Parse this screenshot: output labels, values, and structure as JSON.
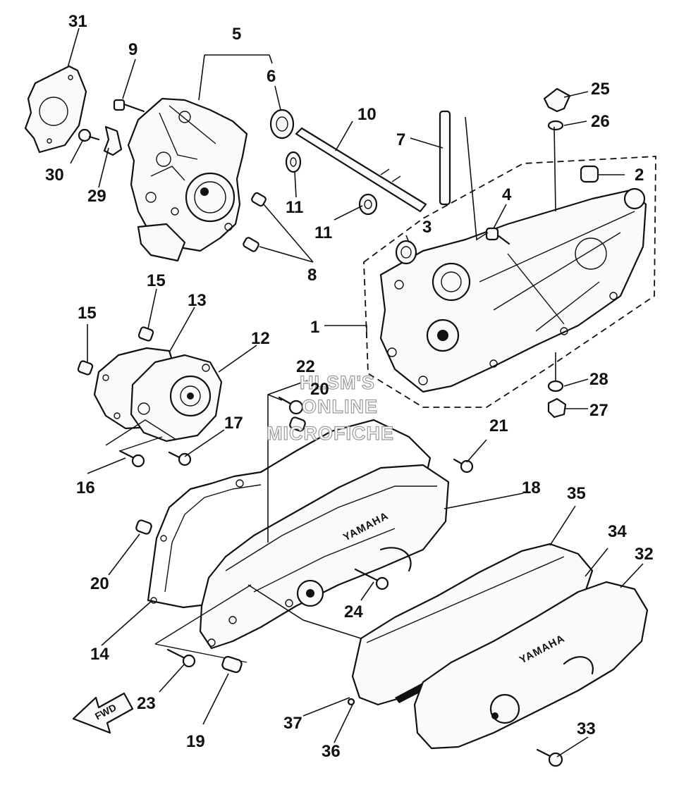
{
  "watermark": [
    "HLSM'S",
    "ONLINE",
    "MICROFICHE"
  ],
  "brand_marks": [
    "YAMAHA",
    "YAMAHA"
  ],
  "direction_label": "FWD",
  "callouts": [
    {
      "id": "c1",
      "label": "1"
    },
    {
      "id": "c2",
      "label": "2"
    },
    {
      "id": "c3",
      "label": "3"
    },
    {
      "id": "c4",
      "label": "4"
    },
    {
      "id": "c5",
      "label": "5"
    },
    {
      "id": "c6",
      "label": "6"
    },
    {
      "id": "c7",
      "label": "7"
    },
    {
      "id": "c8",
      "label": "8"
    },
    {
      "id": "c9",
      "label": "9"
    },
    {
      "id": "c10",
      "label": "10"
    },
    {
      "id": "c11a",
      "label": "11"
    },
    {
      "id": "c11b",
      "label": "11"
    },
    {
      "id": "c12",
      "label": "12"
    },
    {
      "id": "c13",
      "label": "13"
    },
    {
      "id": "c14",
      "label": "14"
    },
    {
      "id": "c15a",
      "label": "15"
    },
    {
      "id": "c15b",
      "label": "15"
    },
    {
      "id": "c16",
      "label": "16"
    },
    {
      "id": "c17",
      "label": "17"
    },
    {
      "id": "c18",
      "label": "18"
    },
    {
      "id": "c19",
      "label": "19"
    },
    {
      "id": "c20a",
      "label": "20"
    },
    {
      "id": "c20b",
      "label": "20"
    },
    {
      "id": "c21",
      "label": "21"
    },
    {
      "id": "c22",
      "label": "22"
    },
    {
      "id": "c23",
      "label": "23"
    },
    {
      "id": "c24",
      "label": "24"
    },
    {
      "id": "c25",
      "label": "25"
    },
    {
      "id": "c26",
      "label": "26"
    },
    {
      "id": "c27",
      "label": "27"
    },
    {
      "id": "c28",
      "label": "28"
    },
    {
      "id": "c29",
      "label": "29"
    },
    {
      "id": "c30",
      "label": "30"
    },
    {
      "id": "c31",
      "label": "31"
    },
    {
      "id": "c32",
      "label": "32"
    },
    {
      "id": "c33",
      "label": "33"
    },
    {
      "id": "c34",
      "label": "34"
    },
    {
      "id": "c35",
      "label": "35"
    },
    {
      "id": "c36",
      "label": "36"
    },
    {
      "id": "c37",
      "label": "37"
    }
  ]
}
